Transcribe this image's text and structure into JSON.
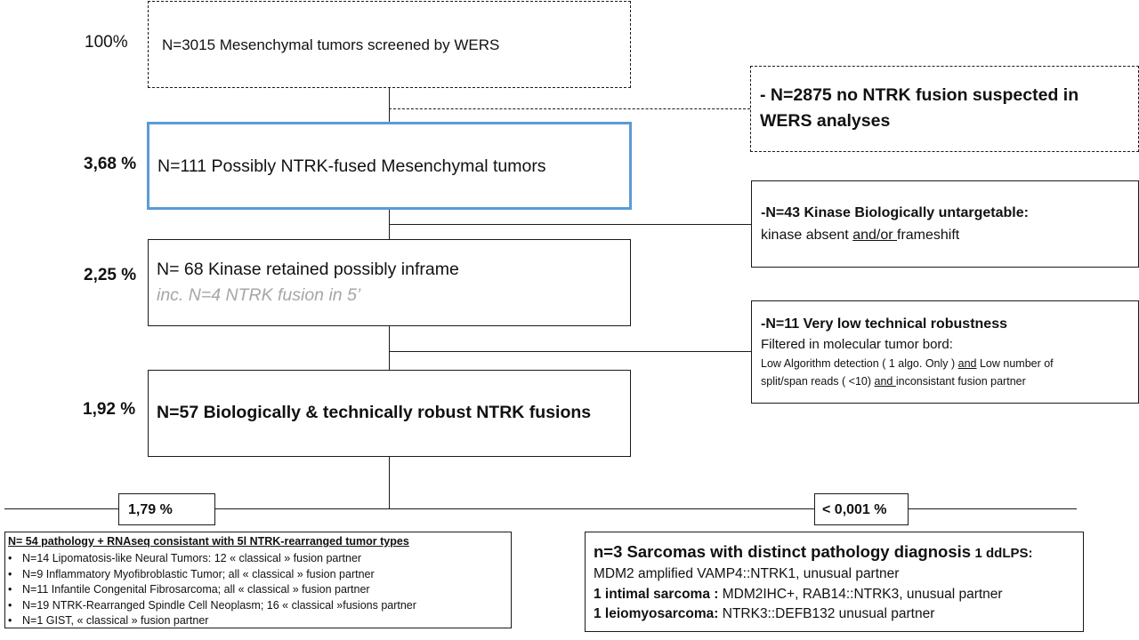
{
  "flow": {
    "screened": {
      "pct": "100%",
      "label": "N=3015 Mesenchymal tumors screened by WERS"
    },
    "possibly_fused": {
      "pct": "3,68 %",
      "label": "N=111 Possibly NTRK-fused Mesenchymal tumors"
    },
    "kinase_retained": {
      "pct": "2,25 %",
      "label": "N= 68 Kinase retained possibly inframe",
      "sublabel": "inc. N=4 NTRK fusion in 5’"
    },
    "robust": {
      "pct": "1,92 %",
      "label": "N=57 Biologically & technically robust NTRK fusions"
    }
  },
  "exclusions": {
    "no_fusion": {
      "line1": "- N=2875 no NTRK fusion suspected in",
      "line2": "WERS analyses"
    },
    "untargetable": {
      "title": "-N=43 Kinase Biologically untargetable:",
      "line_a": "kinase absent ",
      "line_b": "and/or ",
      "line_c": "frameshift"
    },
    "low_robustness": {
      "title": "-N=11  Very low technical robustness",
      "subtitle": "Filtered in molecular tumor bord:",
      "l1_a": "Low Algorithm detection  ( 1 algo. Only ) ",
      "l1_b": "and",
      "l1_c": " Low number of",
      "l2_a": "split/span reads ( <10) ",
      "l2_b": "and ",
      "l2_c": "inconsistant fusion partner"
    }
  },
  "split": {
    "left_pct": "1,79 %",
    "right_pct": "< 0,001 %"
  },
  "consistent": {
    "title": "N= 54 pathology + RNAseq consistant with 5l NTRK-rearranged tumor types",
    "items": [
      "N=14 Lipomatosis-like Neural Tumors: 12 « classical » fusion partner",
      "N=9 Inflammatory Myofibroblastic Tumor; all « classical » fusion partner",
      "N=11 Infantile Congenital Fibrosarcoma; all « classical » fusion partner",
      "N=19 NTRK-Rearranged Spindle Cell Neoplasm; 16 « classical »fusions partner",
      "N=1 GIST, « classical » fusion partner"
    ]
  },
  "distinct": {
    "title": "n=3 Sarcomas with distinct pathology diagnosis",
    "title_suffix": "1 ddLPS:",
    "line1": "MDM2 amplified VAMP4::NTRK1, unusual partner",
    "line2_bold": "1 intimal sarcoma :",
    "line2_rest": " MDM2IHC+, RAB14::NTRK3, unusual partner",
    "line3_bold": "1 leiomyosarcoma:",
    "line3_rest": "  NTRK3::DEFB132 unusual partner"
  }
}
